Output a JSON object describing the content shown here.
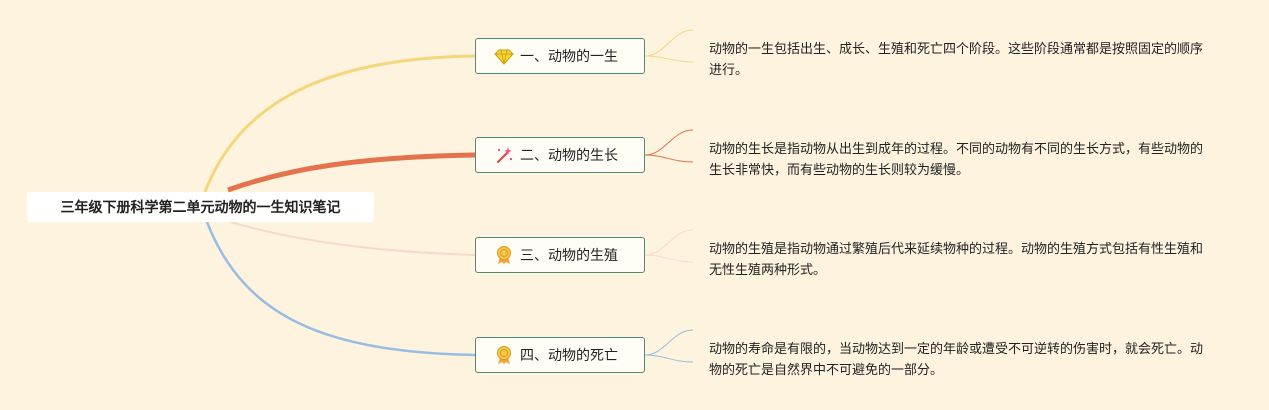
{
  "root": {
    "title": "三年级下册科学第二单元动物的一生知识笔记"
  },
  "branches": [
    {
      "label": "一、动物的一生",
      "icon": "diamond-icon",
      "color": "#f5d77a",
      "note": "动物的一生包括出生、成长、生殖和死亡四个阶段。这些阶段通常都是按照固定的顺序进行。"
    },
    {
      "label": "二、动物的生长",
      "icon": "magic-wand-icon",
      "color": "#e3734c",
      "note": "动物的生长是指动物从出生到成年的过程。不同的动物有不同的生长方式，有些动物的生长非常快，而有些动物的生长则较为缓慢。"
    },
    {
      "label": "三、动物的生殖",
      "icon": "medal-icon",
      "color": "#f6d9c9",
      "note": "动物的生殖是指动物通过繁殖后代来延续物种的过程。动物的生殖方式包括有性生殖和无性生殖两种形式。"
    },
    {
      "label": "四、动物的死亡",
      "icon": "medal-icon",
      "color": "#97bde0",
      "note": "动物的寿命是有限的，当动物达到一定的年龄或遭受不可逆转的伤害时，就会死亡。动物的死亡是自然界中不可避免的一部分。"
    }
  ]
}
